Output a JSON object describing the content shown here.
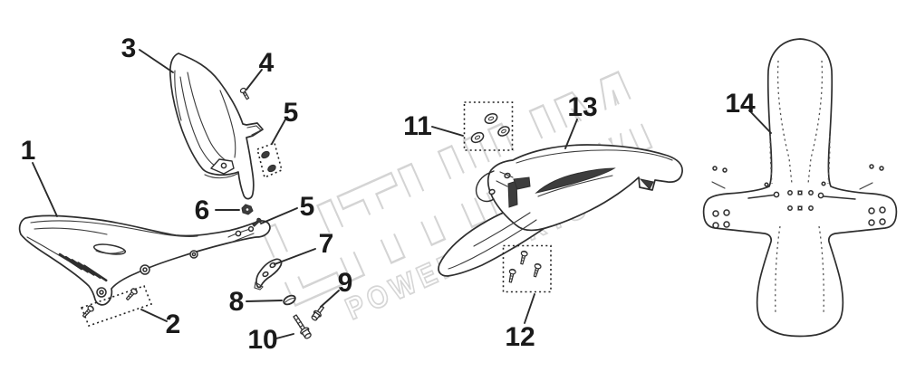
{
  "diagram": {
    "background_color": "#ffffff",
    "line_color": "#2e2e2e",
    "label_color": "#1a1a1a",
    "watermark": {
      "line1": "LITHIUM",
      "line2": "POWERSPORTS",
      "color": "#d4d4d4"
    },
    "callouts": {
      "n1": {
        "label": "1"
      },
      "n2": {
        "label": "2"
      },
      "n3": {
        "label": "3"
      },
      "n4": {
        "label": "4"
      },
      "n5a": {
        "label": "5"
      },
      "n5b": {
        "label": "5"
      },
      "n6": {
        "label": "6"
      },
      "n7": {
        "label": "7"
      },
      "n8": {
        "label": "8"
      },
      "n9": {
        "label": "9"
      },
      "n10": {
        "label": "10"
      },
      "n11": {
        "label": "11"
      },
      "n12": {
        "label": "12"
      },
      "n13": {
        "label": "13"
      },
      "n14": {
        "label": "14"
      }
    }
  }
}
